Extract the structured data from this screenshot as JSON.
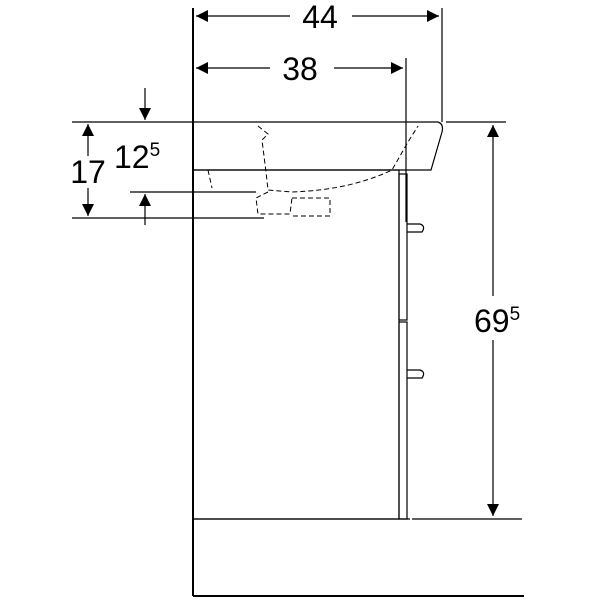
{
  "colors": {
    "line": "#000000",
    "background": "#ffffff"
  },
  "dimensions": {
    "total_depth": "44",
    "depth_38": "38",
    "height_17": "17",
    "height_12_5": {
      "base": "12",
      "sup": "5"
    },
    "height_69_5": {
      "base": "69",
      "sup": "5"
    }
  }
}
